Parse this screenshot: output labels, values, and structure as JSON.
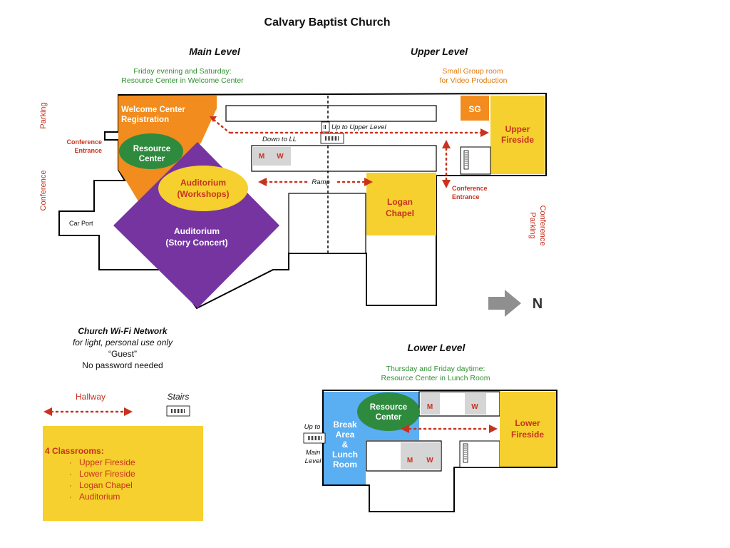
{
  "title": "Calvary Baptist Church",
  "main_level": {
    "heading": "Main Level",
    "note": [
      "Friday evening and Saturday:",
      "Resource Center in Welcome Center"
    ],
    "welcome": [
      "Welcome Center",
      "Registration"
    ],
    "resource": [
      "Resource",
      "Center"
    ],
    "auditorium_workshops": [
      "Auditorium",
      "(Workshops)"
    ],
    "auditorium_story": [
      "Auditorium",
      "(Story Concert)"
    ],
    "logan": [
      "Logan",
      "Chapel"
    ],
    "sg": "SG",
    "upper_fireside": [
      "Upper",
      "Fireside"
    ],
    "m": "M",
    "w": "W",
    "up_to_upper": "Up to Upper Level",
    "down_to_ll": "Down to LL",
    "ramp": "Ramp",
    "car_port": "Car Port",
    "conference_entrance_left": [
      "Conference",
      "Entrance"
    ],
    "conference_entrance_right": [
      "Conference",
      "Entrance"
    ],
    "parking_left": "Parking",
    "conference_left": "Conference",
    "conference_parking_right": [
      "Conference",
      "Parking"
    ]
  },
  "upper_level": {
    "heading": "Upper Level",
    "note": [
      "Small Group room",
      "for Video Production"
    ]
  },
  "compass": "N",
  "wifi": {
    "title": "Church Wi-Fi Network",
    "line1": "for light, personal use only",
    "line2": "“Guest”",
    "line3": "No password needed"
  },
  "legend": {
    "hallway": "Hallway",
    "stairs": "Stairs",
    "classrooms_title": "4 Classrooms:",
    "classrooms": [
      "Upper Fireside",
      "Lower Fireside",
      "Logan Chapel",
      "Auditorium"
    ]
  },
  "lower_level": {
    "heading": "Lower Level",
    "note": [
      "Thursday and Friday daytime:",
      "Resource Center in Lunch Room"
    ],
    "break_area": [
      "Break",
      "Area",
      "&",
      "Lunch",
      "Room"
    ],
    "resource": [
      "Resource",
      "Center"
    ],
    "lower_fireside": [
      "Lower",
      "Fireside"
    ],
    "m": "M",
    "w": "W",
    "up_to": "Up to",
    "main_level": [
      "Main",
      "Level"
    ]
  },
  "colors": {
    "orange": "#F28C1E",
    "yellow": "#F5D02E",
    "purple": "#7634A1",
    "green": "#2E8B3E",
    "blue": "#5AAEF2",
    "red": "#C8321F",
    "dark_green": "#2F8F2F",
    "gray": "#8F8F8F"
  }
}
